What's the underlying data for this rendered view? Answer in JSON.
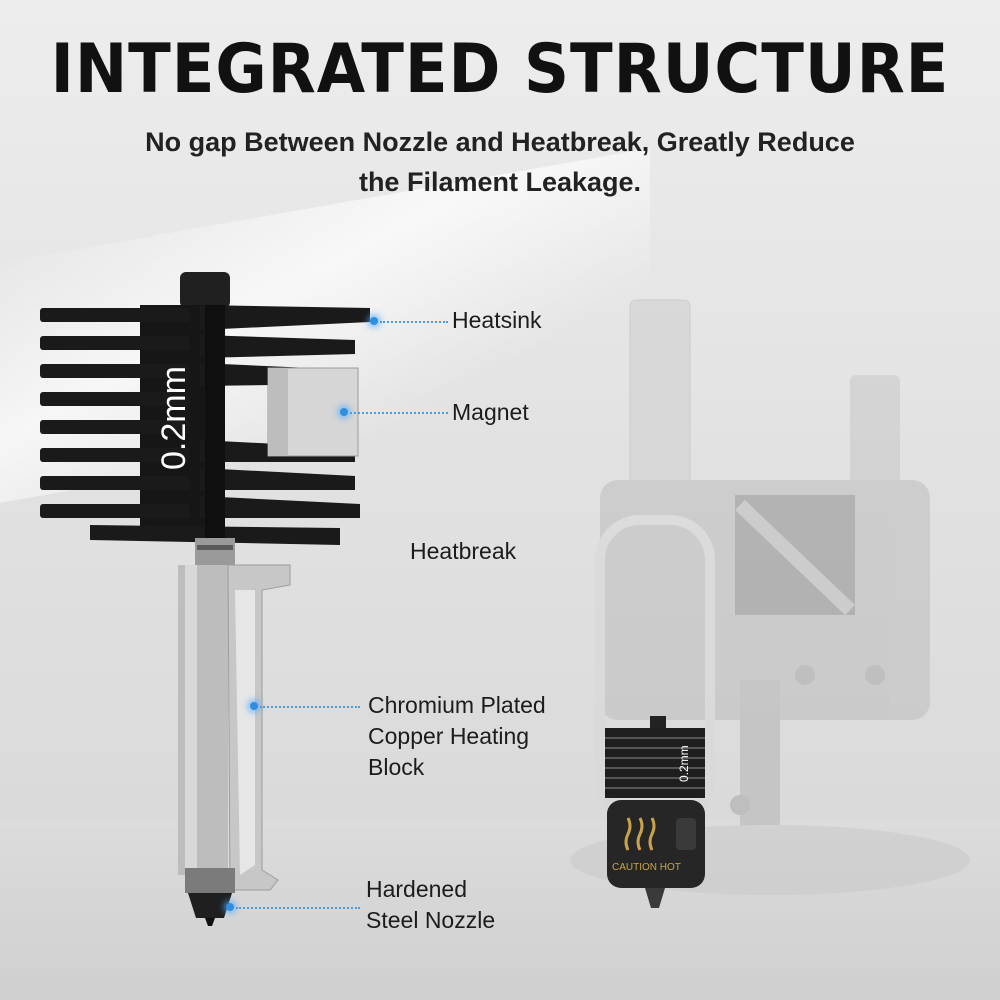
{
  "header": {
    "title": "INTEGRATED STRUCTURE",
    "subtitle_line1": "No gap Between Nozzle and Heatbreak, Greatly Reduce",
    "subtitle_line2": "the Filament Leakage."
  },
  "part_labels": {
    "heatsink": "Heatsink",
    "magnet": "Magnet",
    "heatbreak": "Heatbreak",
    "heating_block_line1": "Chromium Plated",
    "heating_block_line2": "Copper Heating",
    "heating_block_line3": "Block",
    "nozzle_line1": "Hardened",
    "nozzle_line2": "Steel Nozzle"
  },
  "product": {
    "heatsink_marking": "0.2mm",
    "mini_heatsink_marking": "0.2mm",
    "caution_text": "CAUTION HOT"
  },
  "colors": {
    "accent_blue": "#2f8ee0",
    "heatsink_black": "#1a1a1a",
    "caution_gold": "#c9a44a"
  }
}
